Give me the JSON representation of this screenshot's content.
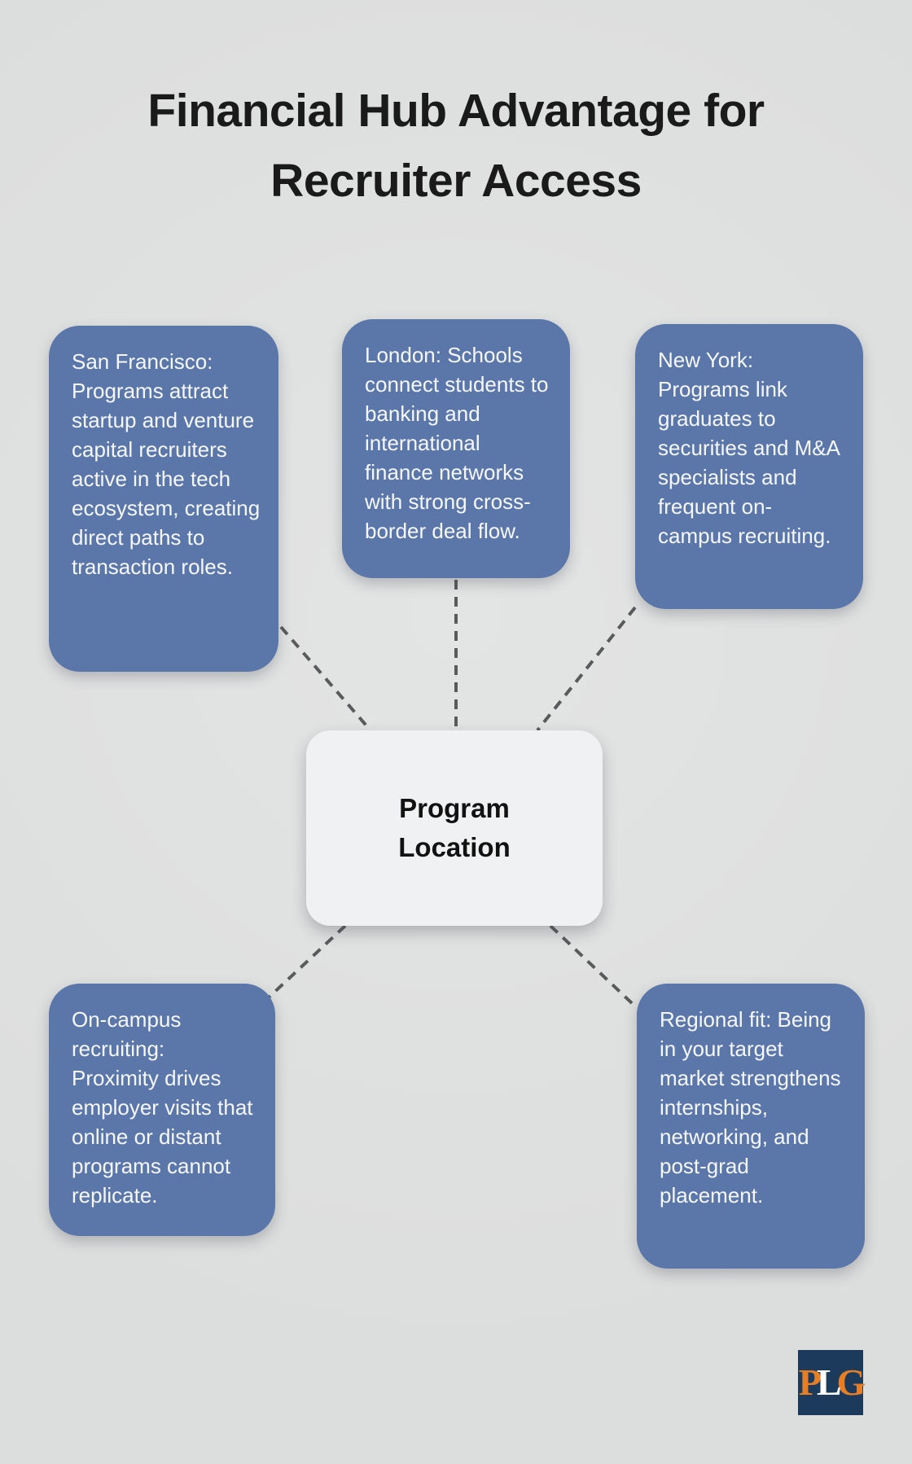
{
  "title": {
    "line1": "Financial Hub Advantage for",
    "line2": "Recruiter Access"
  },
  "center": {
    "label": "Program\nLocation"
  },
  "nodes": [
    {
      "id": "san-francisco",
      "text": "San Francisco: Programs attract startup and venture capital recruiters active in the tech ecosystem, creating direct paths to transaction roles."
    },
    {
      "id": "london",
      "text": "London: Schools connect students to banking and international finance networks with strong cross-border deal flow."
    },
    {
      "id": "new-york",
      "text": "New York: Programs link graduates to securities and M&A specialists and frequent on-campus recruiting."
    },
    {
      "id": "on-campus",
      "text": "On-campus recruiting: Proximity drives employer visits that online or distant programs cannot replicate."
    },
    {
      "id": "regional-fit",
      "text": "Regional fit: Being in your target market strengthens internships, networking, and post-grad placement."
    }
  ],
  "logo": {
    "p": "P",
    "l": "L",
    "g": "G"
  },
  "colors": {
    "canvas_bg": "#dcdddd",
    "canvas_bg_light": "#e3e4e4",
    "title_text": "#1a1a1a",
    "node_fill": "#5b77aa",
    "node_text": "#f5f7fa",
    "center_fill": "#f0f1f2",
    "center_text": "#121212",
    "connector": "#595a5c",
    "logo_bg": "#1b3a5c",
    "logo_orange": "#e87e24",
    "logo_white": "#ffffff"
  }
}
